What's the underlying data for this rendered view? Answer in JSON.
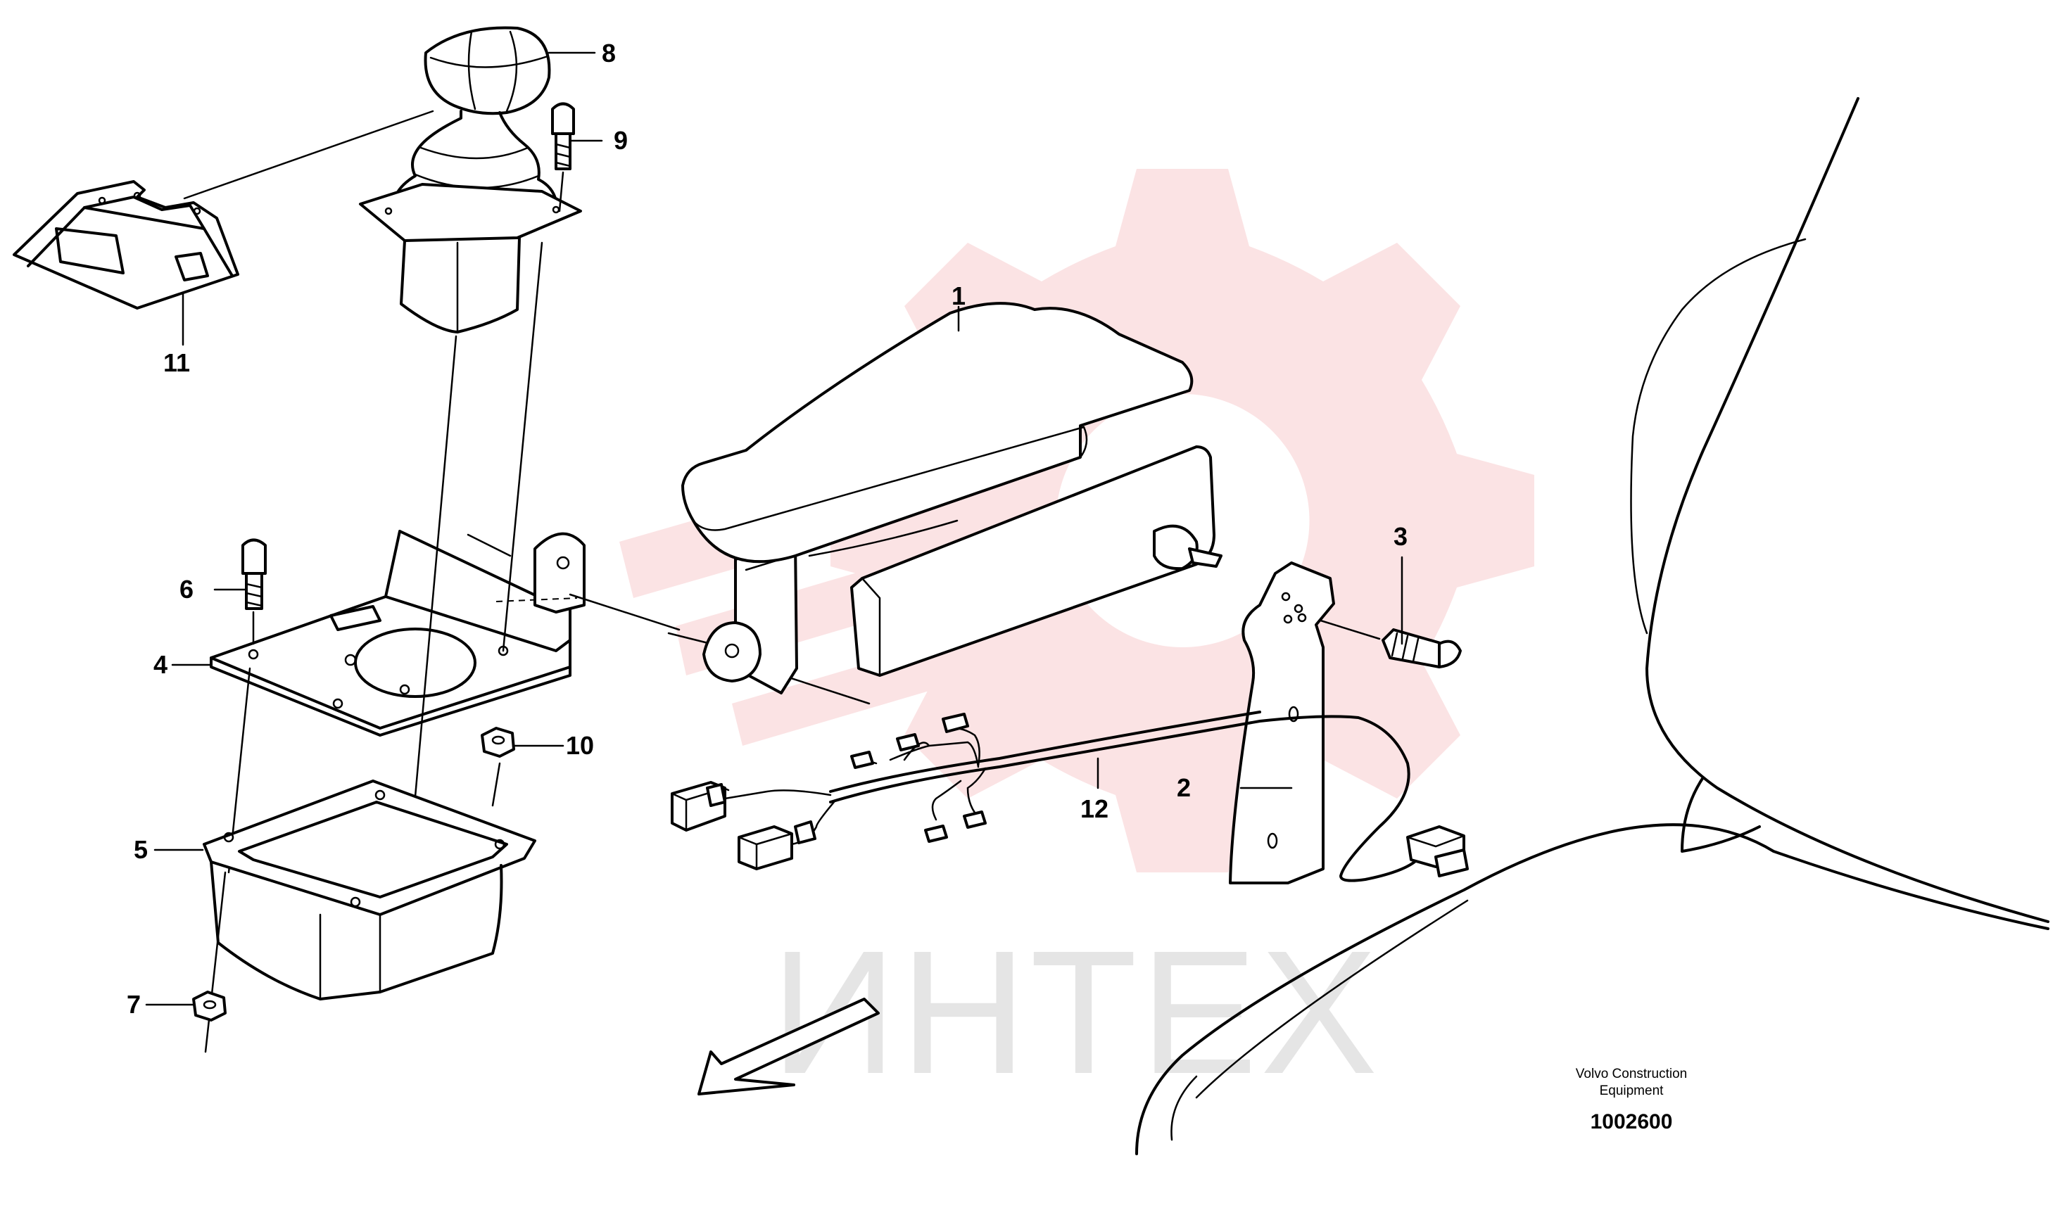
{
  "callouts": [
    {
      "id": "1",
      "text": "1"
    },
    {
      "id": "2",
      "text": "2"
    },
    {
      "id": "3",
      "text": "3"
    },
    {
      "id": "4",
      "text": "4"
    },
    {
      "id": "5",
      "text": "5"
    },
    {
      "id": "6",
      "text": "6"
    },
    {
      "id": "7",
      "text": "7"
    },
    {
      "id": "8",
      "text": "8"
    },
    {
      "id": "9",
      "text": "9"
    },
    {
      "id": "10",
      "text": "10"
    },
    {
      "id": "11",
      "text": "11"
    },
    {
      "id": "12",
      "text": "12"
    }
  ],
  "caption": {
    "line1": "Volvo Construction",
    "line2": "Equipment",
    "code": "1002600"
  },
  "watermark": {
    "text": "ИНТЕХ",
    "color": "#e5e5e5",
    "logo_color": "#fbe3e4"
  }
}
